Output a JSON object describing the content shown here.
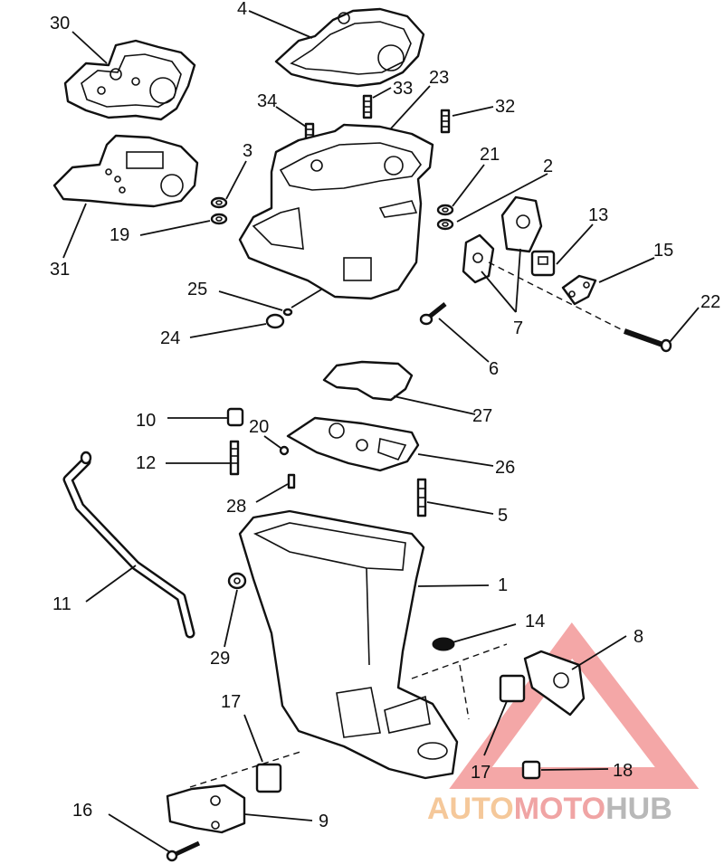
{
  "callouts": [
    "30",
    "4",
    "23",
    "33",
    "34",
    "32",
    "3",
    "21",
    "2",
    "13",
    "15",
    "19",
    "31",
    "25",
    "24",
    "7",
    "22",
    "6",
    "27",
    "10",
    "20",
    "26",
    "12",
    "28",
    "5",
    "11",
    "1",
    "14",
    "8",
    "29",
    "17",
    "17",
    "18",
    "16",
    "9"
  ],
  "watermark": {
    "text_auto": "AUTO",
    "text_moto": "MOTO",
    "text_hub": "HUB",
    "color_auto": "#f5c89a",
    "color_moto": "#f0a4a4",
    "color_hub": "#b8b8b8",
    "triangle_color": "#f08a8a"
  }
}
